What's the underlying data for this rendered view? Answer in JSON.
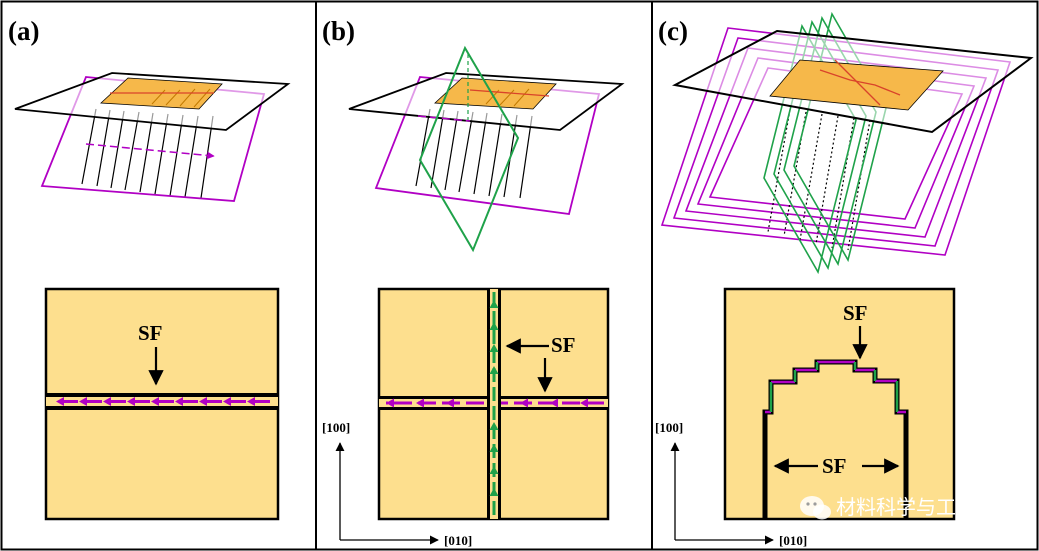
{
  "panels": [
    {
      "label": "(a)",
      "sf_labels": [
        "SF"
      ]
    },
    {
      "label": "(b)",
      "sf_labels": [
        "SF"
      ],
      "axis_y": "[100]",
      "axis_x": "[010]"
    },
    {
      "label": "(c)",
      "sf_labels": [
        "SF",
        "SF"
      ],
      "axis_y": "[100]",
      "axis_x": "[010]"
    }
  ],
  "watermark": {
    "text": "材料科学与工程",
    "icon": "wechat-icon"
  },
  "colors": {
    "gold": "#fddf8e",
    "orange": "#f6b84a",
    "magenta": "#b100c4",
    "green": "#1fa24a",
    "black": "#000000"
  }
}
